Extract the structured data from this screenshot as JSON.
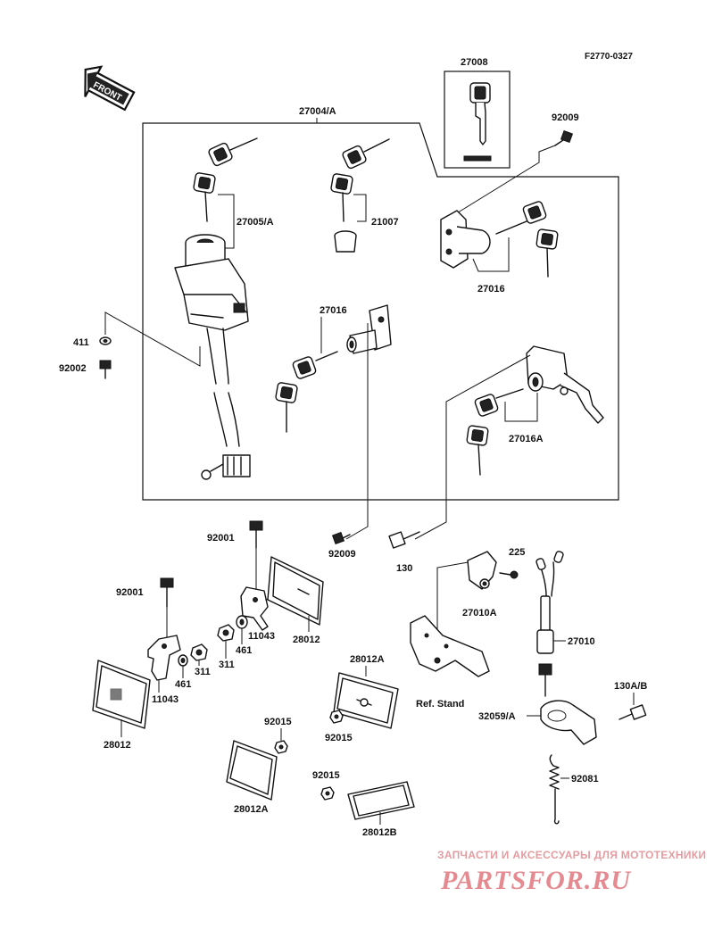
{
  "diagram": {
    "code": "F2770-0327",
    "front": "FRONT",
    "labels": {
      "p27008": "27008",
      "p27004A": "27004/A",
      "p92009_top": "92009",
      "p27005A": "27005/A",
      "p21007": "21007",
      "p27016_upper": "27016",
      "p27016_mid": "27016",
      "p27016A": "27016A",
      "p411": "411",
      "p92002": "92002",
      "p92001_a": "92001",
      "p92001_b": "92001",
      "p92009_bot": "92009",
      "p130": "130",
      "p225": "225",
      "p27010A": "27010A",
      "p27010": "27010",
      "p11043_a": "11043",
      "p11043_b": "11043",
      "p28012_a": "28012",
      "p28012_b": "28012",
      "p461_a": "461",
      "p461_b": "461",
      "p311_a": "311",
      "p311_b": "311",
      "p28012A_top": "28012A",
      "p92015_a": "92015",
      "p92015_b": "92015",
      "p92015_c": "92015",
      "p28012A_bot": "28012A",
      "p28012B": "28012B",
      "ref_stand": "Ref. Stand",
      "p32059A": "32059/A",
      "p130AB": "130A/B",
      "p92081": "92081"
    }
  },
  "watermark": {
    "caption": "ЗАПЧАСТИ И АКСЕССУАРЫ ДЛЯ МОТОТЕХНИКИ",
    "brand": "PARTSFOR.RU"
  }
}
